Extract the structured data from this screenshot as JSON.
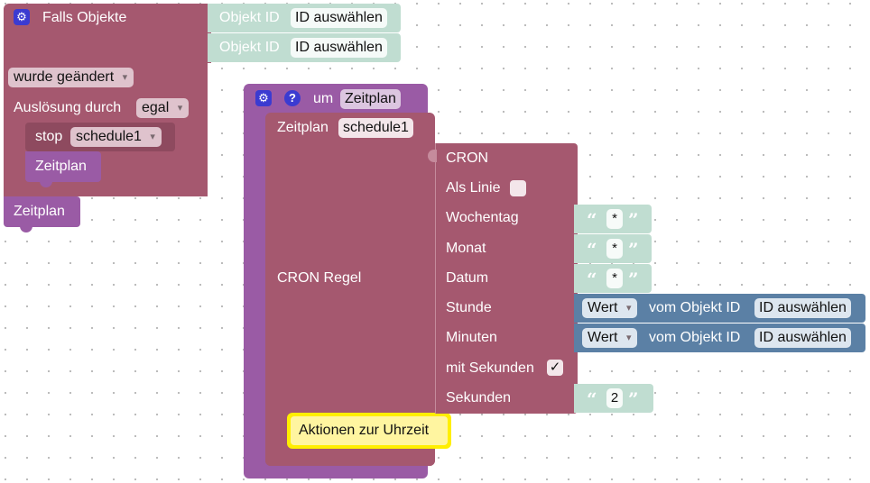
{
  "falls": {
    "title": "Falls Objekte",
    "objekt_id_label": "Objekt ID",
    "objekt_id_value_1": "ID auswählen",
    "objekt_id_value_2": "ID auswählen",
    "trigger_dropdown": "wurde geändert",
    "ausloesung_label": "Auslösung durch",
    "ausloesung_value": "egal",
    "stop_label": "stop",
    "stop_value": "schedule1",
    "inner_zeitplan": "Zeitplan",
    "outer_zeitplan": "Zeitplan"
  },
  "schedule": {
    "um_label": "um",
    "um_value": "Zeitplan",
    "zeitplan_label": "Zeitplan",
    "zeitplan_name": "schedule1",
    "cron_regel_label": "CRON Regel",
    "actions_label": "Aktionen zur Uhrzeit"
  },
  "cron": {
    "title": "CRON",
    "als_linie": "Als Linie",
    "wochentag": "Wochentag",
    "wochentag_value": "*",
    "monat": "Monat",
    "monat_value": "*",
    "datum": "Datum",
    "datum_value": "*",
    "stunde": "Stunde",
    "minuten": "Minuten",
    "mit_sekunden": "mit Sekunden",
    "mit_sekunden_check": "✓",
    "sekunden": "Sekunden",
    "sekunden_value": "2"
  },
  "value_blocks": {
    "wert": "Wert",
    "vom_objekt_id": "vom Objekt ID",
    "id_auswaehlen": "ID auswählen"
  },
  "quotes": {
    "open": "“",
    "close": "”"
  },
  "icons": {
    "gear": "gear-icon",
    "help": "help-icon"
  },
  "colors": {
    "event_block": "#a5586f",
    "schedule_block": "#9a5ba5",
    "text_block": "#c0ddd1",
    "value_block": "#5b80a5",
    "highlight": "#ffee00"
  }
}
